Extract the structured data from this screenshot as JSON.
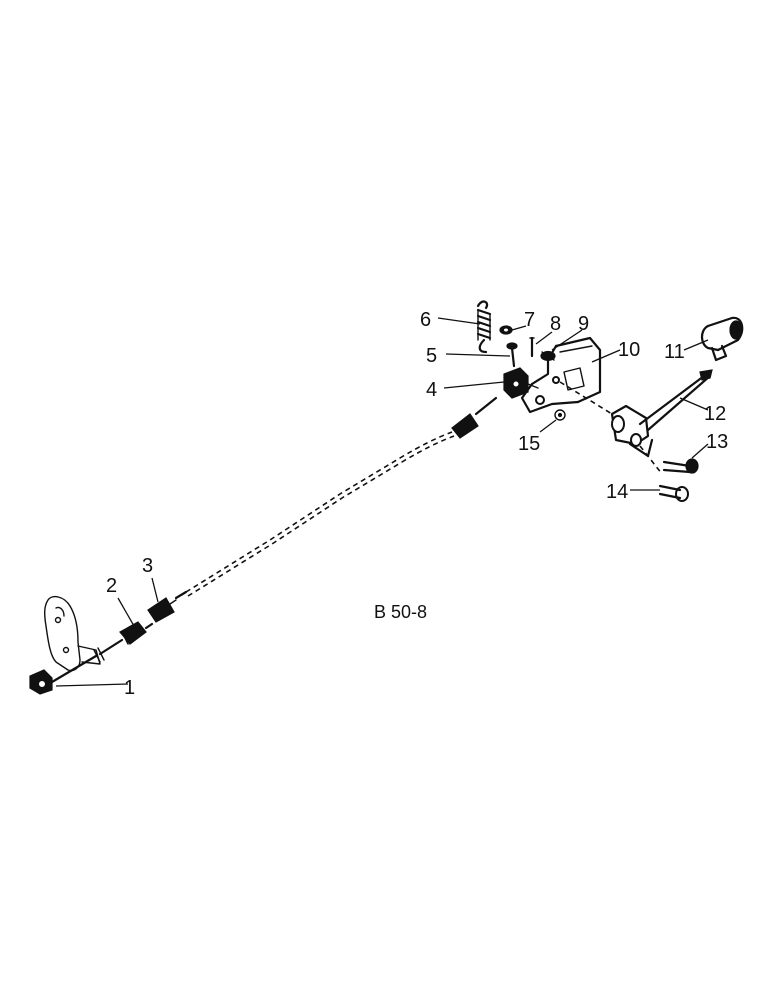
{
  "diagram": {
    "caption": "B 50-8",
    "callouts": [
      {
        "id": "c1",
        "text": "1"
      },
      {
        "id": "c2",
        "text": "2"
      },
      {
        "id": "c3",
        "text": "3"
      },
      {
        "id": "c4",
        "text": "4"
      },
      {
        "id": "c5",
        "text": "5"
      },
      {
        "id": "c6",
        "text": "6"
      },
      {
        "id": "c7",
        "text": "7"
      },
      {
        "id": "c8",
        "text": "8"
      },
      {
        "id": "c9",
        "text": "9"
      },
      {
        "id": "c10",
        "text": "10"
      },
      {
        "id": "c11",
        "text": "11"
      },
      {
        "id": "c12",
        "text": "12"
      },
      {
        "id": "c13",
        "text": "13"
      },
      {
        "id": "c14",
        "text": "14"
      },
      {
        "id": "c15",
        "text": "15"
      }
    ]
  }
}
